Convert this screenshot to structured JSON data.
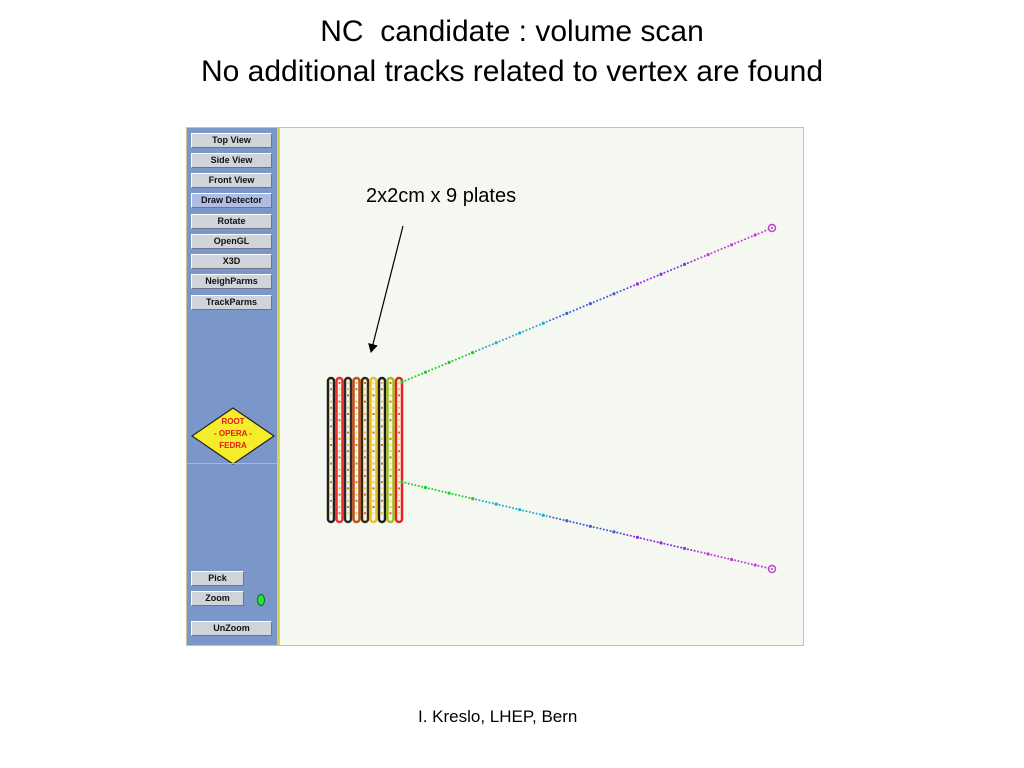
{
  "slide": {
    "title_line1": "NC  candidate : volume scan",
    "title_line2": "No additional tracks related to vertex are found",
    "annotation": "2x2cm x 9 plates",
    "footer": "I. Kreslo, LHEP, Bern"
  },
  "sidebar": {
    "buttons": [
      {
        "label": "Top View"
      },
      {
        "label": "Side View"
      },
      {
        "label": "Front View"
      },
      {
        "label": "Draw Detector",
        "active": true
      },
      {
        "label": "Rotate"
      },
      {
        "label": "OpenGL"
      },
      {
        "label": "X3D"
      },
      {
        "label": "NeighParms"
      },
      {
        "label": "TrackParms"
      }
    ],
    "logo": {
      "line1": "ROOT",
      "line2": "- OPERA -",
      "line3": "FEDRA",
      "fill": "#f5ec2a",
      "text_color": "#e31b1b"
    },
    "bottom_buttons": {
      "pick": "Pick",
      "zoom": "Zoom",
      "unzoom": "UnZoom"
    }
  },
  "display": {
    "plates_count": 9,
    "plate_colors": [
      "#202020",
      "#e83030",
      "#2a2a2a",
      "#c05018",
      "#3a2a10",
      "#e8c020",
      "#1c1c1c",
      "#a0c020",
      "#e82020"
    ],
    "track_colors": [
      "#22c722",
      "#22aacc",
      "#3b5bd6",
      "#8a2be2",
      "#c03ad8"
    ],
    "panel_bg": "#7b96c8",
    "canvas_bg": "#f4f8f1"
  }
}
